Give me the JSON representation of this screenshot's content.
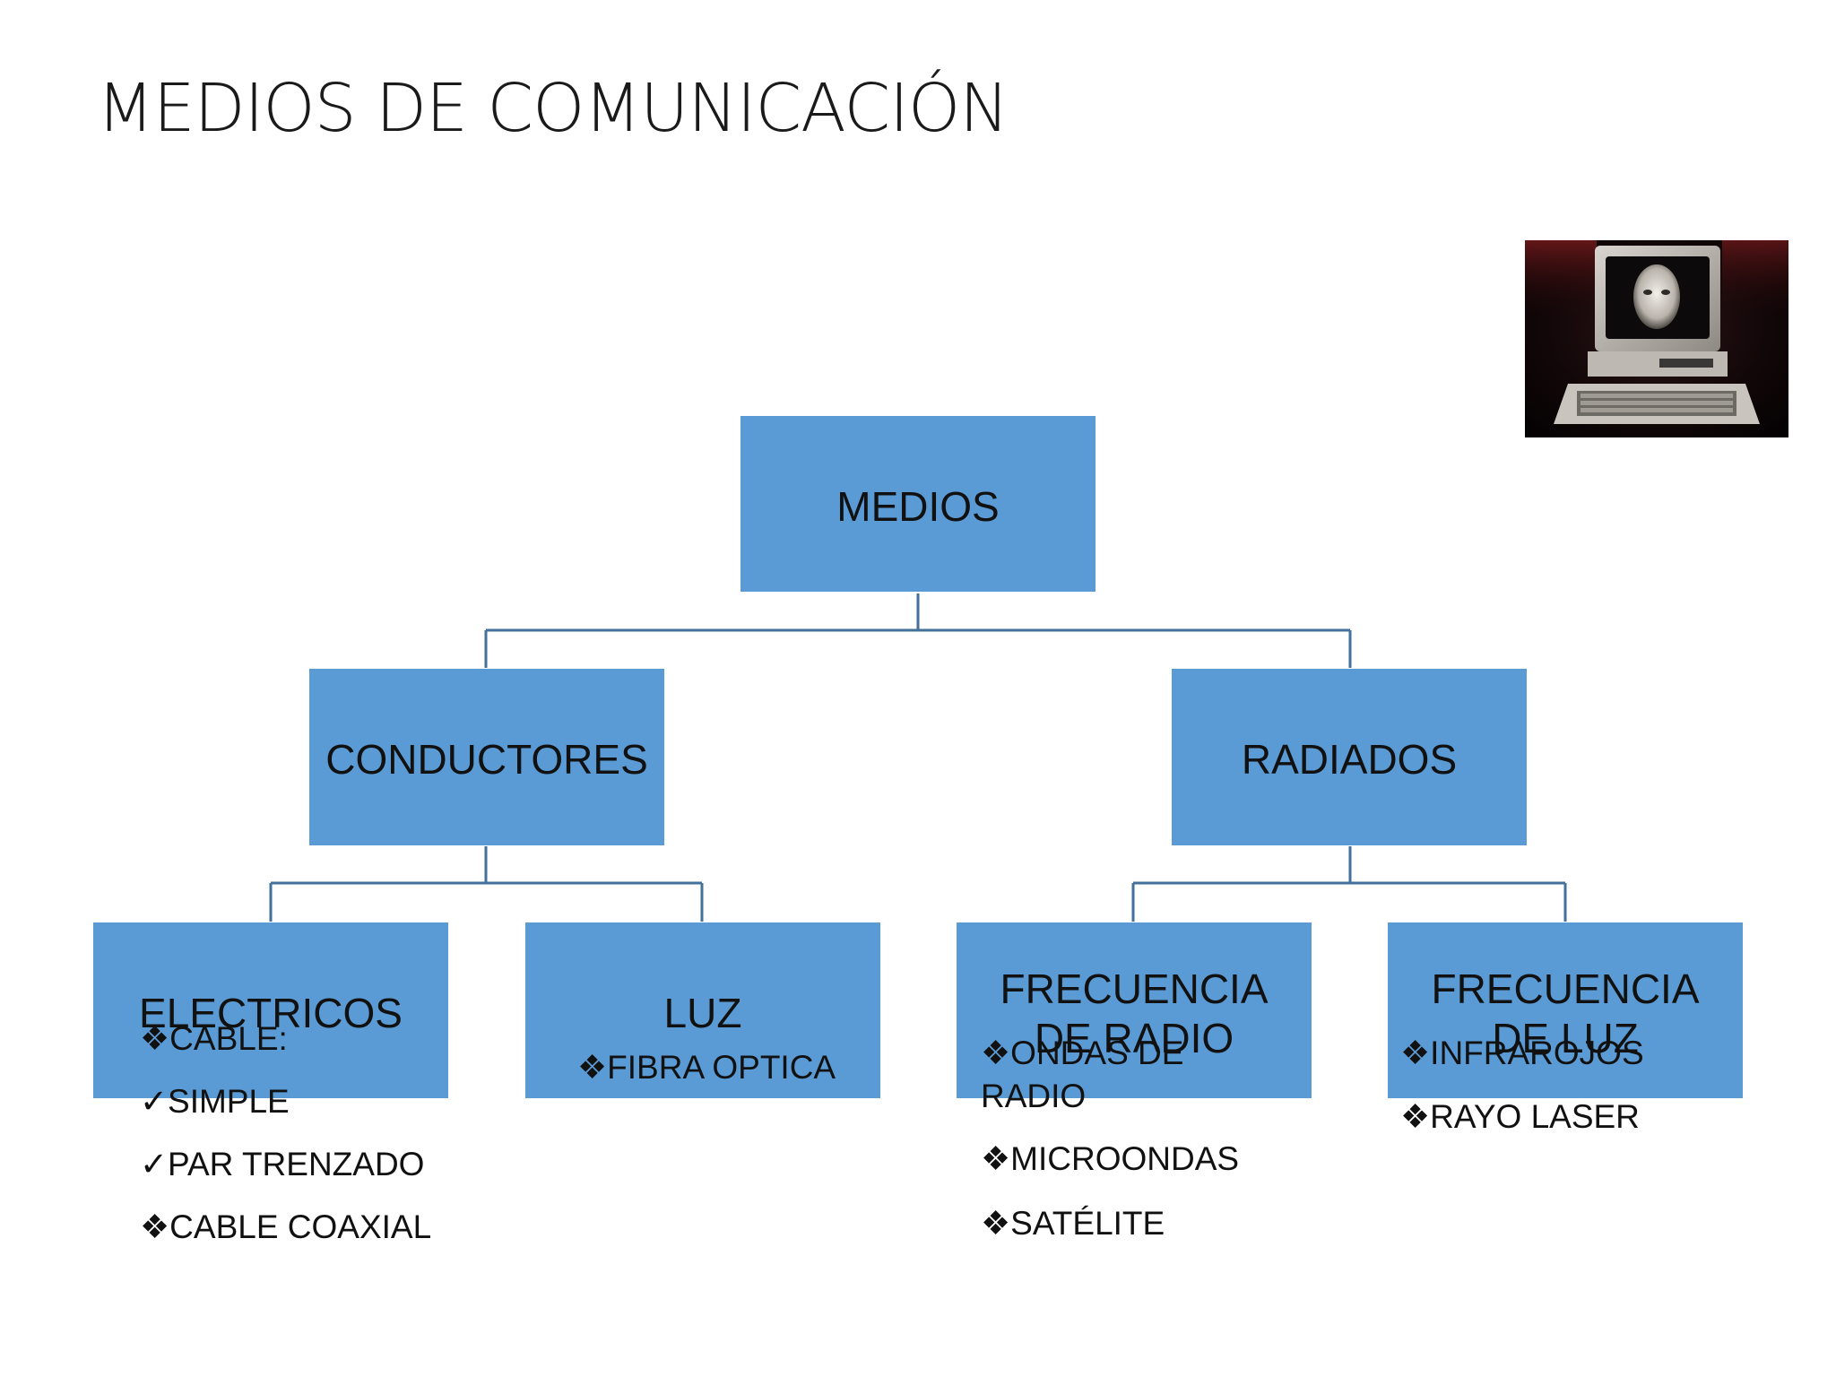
{
  "slide": {
    "title": "MEDIOS  DE COMUNICACIÓN"
  },
  "nodes": {
    "root": "MEDIOS",
    "conductores": "CONDUCTORES",
    "radiados": "RADIADOS",
    "electricos": "ELECTRICOS",
    "luz": "LUZ",
    "frecuencia_radio_line1": "FRECUENCIA",
    "frecuencia_radio_line2": "DE RADIO",
    "frecuencia_luz_line1": "FRECUENCIA",
    "frecuencia_luz_line2": "DE LUZ"
  },
  "electricos_list": [
    {
      "bullet": "❖",
      "text": "CABLE:"
    },
    {
      "bullet": "✓",
      "text": "SIMPLE"
    },
    {
      "bullet": "✓",
      "text": "PAR TRENZADO"
    },
    {
      "bullet": "❖",
      "text": "CABLE COAXIAL"
    }
  ],
  "luz_list": [
    {
      "bullet": "❖",
      "text": "FIBRA OPTICA"
    }
  ],
  "radio_list": [
    {
      "bullet": "❖",
      "text": "ONDAS DE"
    },
    {
      "bullet": "",
      "text": "RADIO"
    },
    {
      "bullet": "❖",
      "text": "MICROONDAS"
    },
    {
      "bullet": "❖",
      "text": "SATÉLITE"
    }
  ],
  "luz_freq_list": [
    {
      "bullet": "❖",
      "text": "INFRAROJOS"
    },
    {
      "bullet": "❖",
      "text": "RAYO LASER"
    }
  ],
  "colors": {
    "box_fill": "#5b9bd5",
    "connector": "#41719c",
    "text": "#111111"
  },
  "image": {
    "icon": "retro-computer-with-mask-photo"
  }
}
